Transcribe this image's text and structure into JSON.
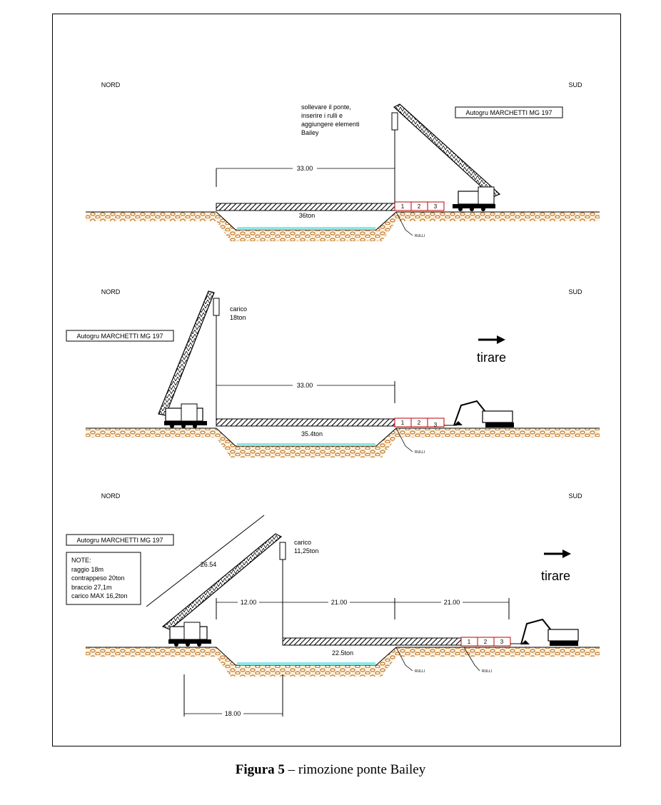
{
  "labels": {
    "north": "NORD",
    "south": "SUD",
    "crane": "Autogru MARCHETTI MG 197",
    "rollers": "RULLI",
    "pull": "tirare"
  },
  "panels": [
    {
      "instruction": [
        "sollevare il ponte,",
        "inserire i rulli e",
        "aggiungere elementi",
        "Bailey"
      ],
      "dim": "33.00",
      "weight": "36ton",
      "boxes": [
        "1",
        "2",
        "3"
      ]
    },
    {
      "load": [
        "carico",
        "18ton"
      ],
      "dim": "33.00",
      "weight": "35.4ton",
      "boxes": [
        "1",
        "2",
        "3"
      ]
    },
    {
      "load": [
        "carico",
        "11,25ton"
      ],
      "notes": [
        "NOTE:",
        "raggio 18m",
        "contrappeso 20ton",
        "braccio 27,1m",
        "carico MAX 16,2ton"
      ],
      "boom_dim": "26.54",
      "dims": [
        "12.00",
        "21.00",
        "21.00"
      ],
      "radius_dim": "18.00",
      "weight": "22.5ton",
      "boxes": [
        "1",
        "2",
        "3"
      ]
    }
  ],
  "caption": {
    "figure": "Figura 5",
    "separator": " – ",
    "text": "rimozione ponte Bailey"
  }
}
